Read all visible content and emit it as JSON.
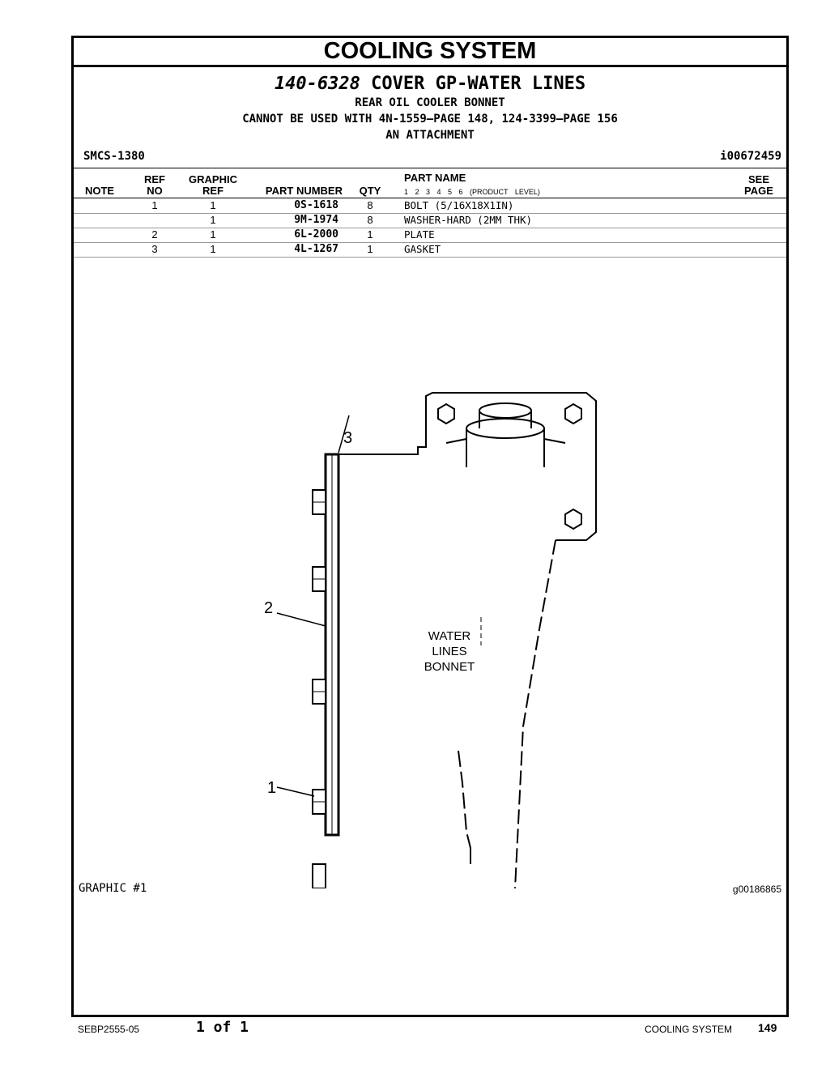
{
  "section_title": "COOLING SYSTEM",
  "group": {
    "part_number": "140-6328",
    "name": "COVER GP-WATER LINES",
    "lines": [
      "REAR OIL COOLER BONNET",
      "CANNOT BE USED WITH 4N-1559—PAGE 148, 124-3399—PAGE 156",
      "AN ATTACHMENT"
    ]
  },
  "smcs": "SMCS-1380",
  "illustration_id": "i00672459",
  "columns": {
    "note": "NOTE",
    "ref_no_1": "REF",
    "ref_no_2": "NO",
    "graphic_ref_1": "GRAPHIC",
    "graphic_ref_2": "REF",
    "part_number": "PART NUMBER",
    "qty": "QTY",
    "part_name": "PART NAME",
    "product_levels": "1 2 3 4 5 6 (PRODUCT LEVEL)",
    "see_page_1": "SEE",
    "see_page_2": "PAGE"
  },
  "parts": [
    {
      "ref": "1",
      "graphic_ref": "1",
      "part_number": "0S-1618",
      "qty": "8",
      "name": "BOLT (5/16X18X1IN)"
    },
    {
      "ref": "",
      "graphic_ref": "1",
      "part_number": "9M-1974",
      "qty": "8",
      "name": "WASHER-HARD (2MM THK)"
    },
    {
      "ref": "2",
      "graphic_ref": "1",
      "part_number": "6L-2000",
      "qty": "1",
      "name": "PLATE"
    },
    {
      "ref": "3",
      "graphic_ref": "1",
      "part_number": "4L-1267",
      "qty": "1",
      "name": "GASKET"
    }
  ],
  "graphic": {
    "callouts": [
      "3",
      "2",
      "1"
    ],
    "label_lines": [
      "WATER",
      "LINES",
      "BONNET"
    ],
    "caption": "GRAPHIC #1",
    "id": "g00186865"
  },
  "footer": {
    "doc": "SEBP2555-05",
    "page_of": "1 of 1",
    "section": "COOLING SYSTEM",
    "page": "149"
  }
}
